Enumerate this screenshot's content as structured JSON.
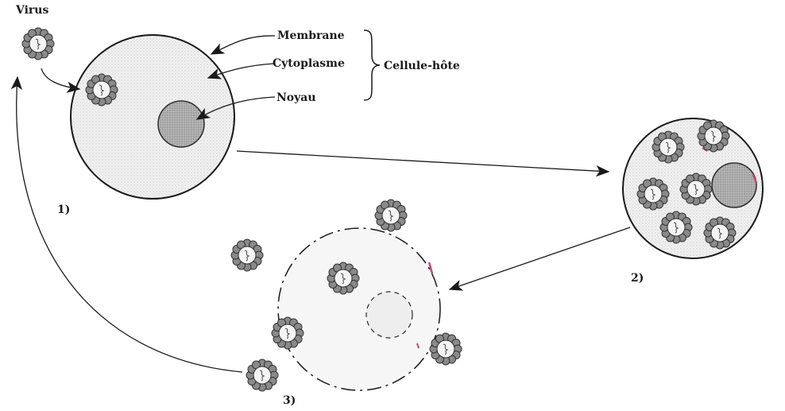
{
  "labels": {
    "virus": "Virus",
    "membrane": "Membrane",
    "cytoplasme": "Cytoplasme",
    "noyau": "Noyau",
    "cellule_hote": "Cellule-hôte"
  },
  "steps": {
    "step1": "1)",
    "step2": "2)",
    "step3": "3)"
  },
  "colors": {
    "ink": "#1a1a1a",
    "cytoplasm": "#ededed",
    "nucleus": "#a8a8a8",
    "virus_shell": "#7a7a7a",
    "damage": "#d0407a"
  },
  "icons": {
    "virus": "virus-icon"
  }
}
